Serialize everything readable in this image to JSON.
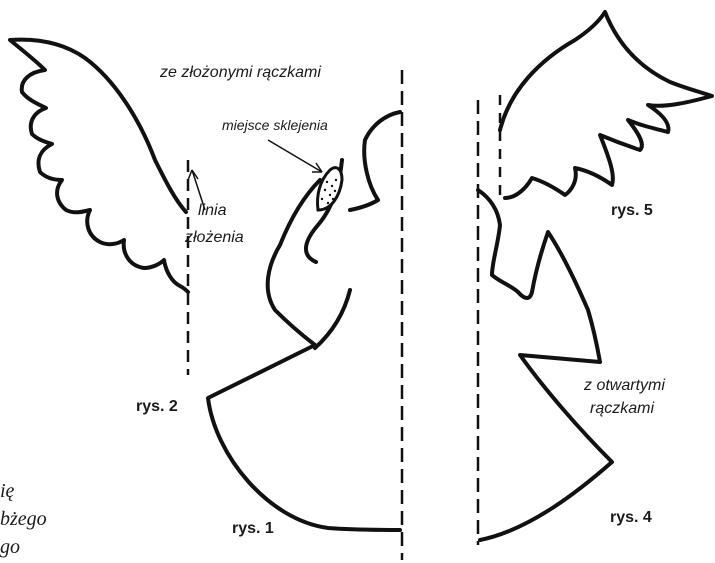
{
  "labels": {
    "folded_hands": "ze złożonymi rączkami",
    "glue_place": "miejsce sklejenia",
    "fold_line_1": "linia",
    "fold_line_2": "złożenia",
    "fig1": "rys. 1",
    "fig2": "rys. 2",
    "fig4": "rys. 4",
    "fig5": "rys. 5",
    "open_hands_1": "z otwartymi",
    "open_hands_2": "rączkami",
    "side_text_1": "ię",
    "side_text_2": "bżego",
    "side_text_3": "go"
  },
  "colors": {
    "ink": "#111111",
    "background": "#ffffff"
  }
}
